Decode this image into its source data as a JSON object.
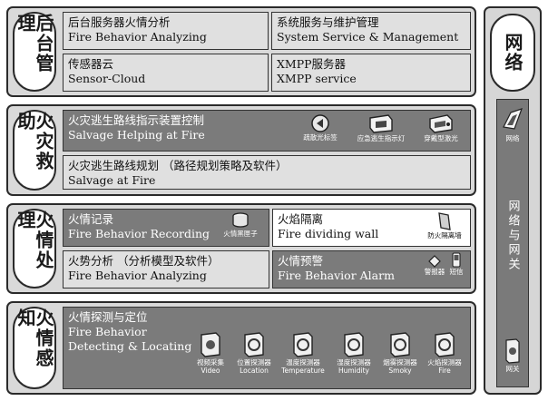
{
  "backend": {
    "group_label": "后台管理",
    "boxes": [
      {
        "cn": "后台服务器火情分析",
        "en": "Fire Behavior Analyzing"
      },
      {
        "cn": "系统服务与维护管理",
        "en": "System Service & Management"
      },
      {
        "cn": "传感器云",
        "en": "Sensor-Cloud"
      },
      {
        "cn": "XMPP服务器",
        "en": "XMPP service"
      }
    ]
  },
  "rescue": {
    "group_label": "火灾救助",
    "guide_box": {
      "cn": "火灾逃生路线指示装置控制",
      "en": "Salvage Helping at Fire"
    },
    "plan_box": {
      "cn": "火灾逃生路线规划 （路径规划策略及软件）",
      "en": "Salvage at Fire"
    },
    "devices": [
      {
        "icon": "guide-arrow-icon",
        "caption": "疏散光标签"
      },
      {
        "icon": "emergency-light-icon",
        "caption": "应急逃生指示灯"
      },
      {
        "icon": "wearable-light-icon",
        "caption": "穿戴型激光"
      }
    ]
  },
  "handling": {
    "group_label": "火情处理",
    "record": {
      "cn": "火情记录",
      "en": "Fire Behavior Recording",
      "device_caption": "火情黑匣子"
    },
    "wall": {
      "cn": "火焰隔离",
      "en": "Fire dividing wall",
      "device_caption": "防火隔离墙"
    },
    "analysis": {
      "cn": "火势分析 （分析模型及软件）",
      "en": "Fire Behavior Analyzing"
    },
    "alarm": {
      "cn": "火情预警",
      "en": "Fire Behavior Alarm",
      "device_captions": [
        "警报器",
        "短信"
      ]
    }
  },
  "sensing": {
    "group_label": "火情感知",
    "box": {
      "cn": "火情探测与定位",
      "en1": "Fire Behavior",
      "en2": "Detecting & Locating"
    },
    "devices": [
      {
        "icon": "video-camera-icon",
        "cn": "视频采集",
        "en": "Video"
      },
      {
        "icon": "location-sensor-icon",
        "cn": "位置探测器",
        "en": "Location"
      },
      {
        "icon": "temperature-sensor-icon",
        "cn": "温度探测器",
        "en": "Temperature"
      },
      {
        "icon": "humidity-sensor-icon",
        "cn": "湿度探测器",
        "en": "Humidity"
      },
      {
        "icon": "smoke-sensor-icon",
        "cn": "烟雾探测器",
        "en": "Smoky"
      },
      {
        "icon": "fire-sensor-icon",
        "cn": "火焰探测器",
        "en": "Fire"
      }
    ]
  },
  "network": {
    "title": "网络",
    "inner_label": "网络与网关",
    "network_caption": "网络",
    "gateway_caption": "网关"
  }
}
